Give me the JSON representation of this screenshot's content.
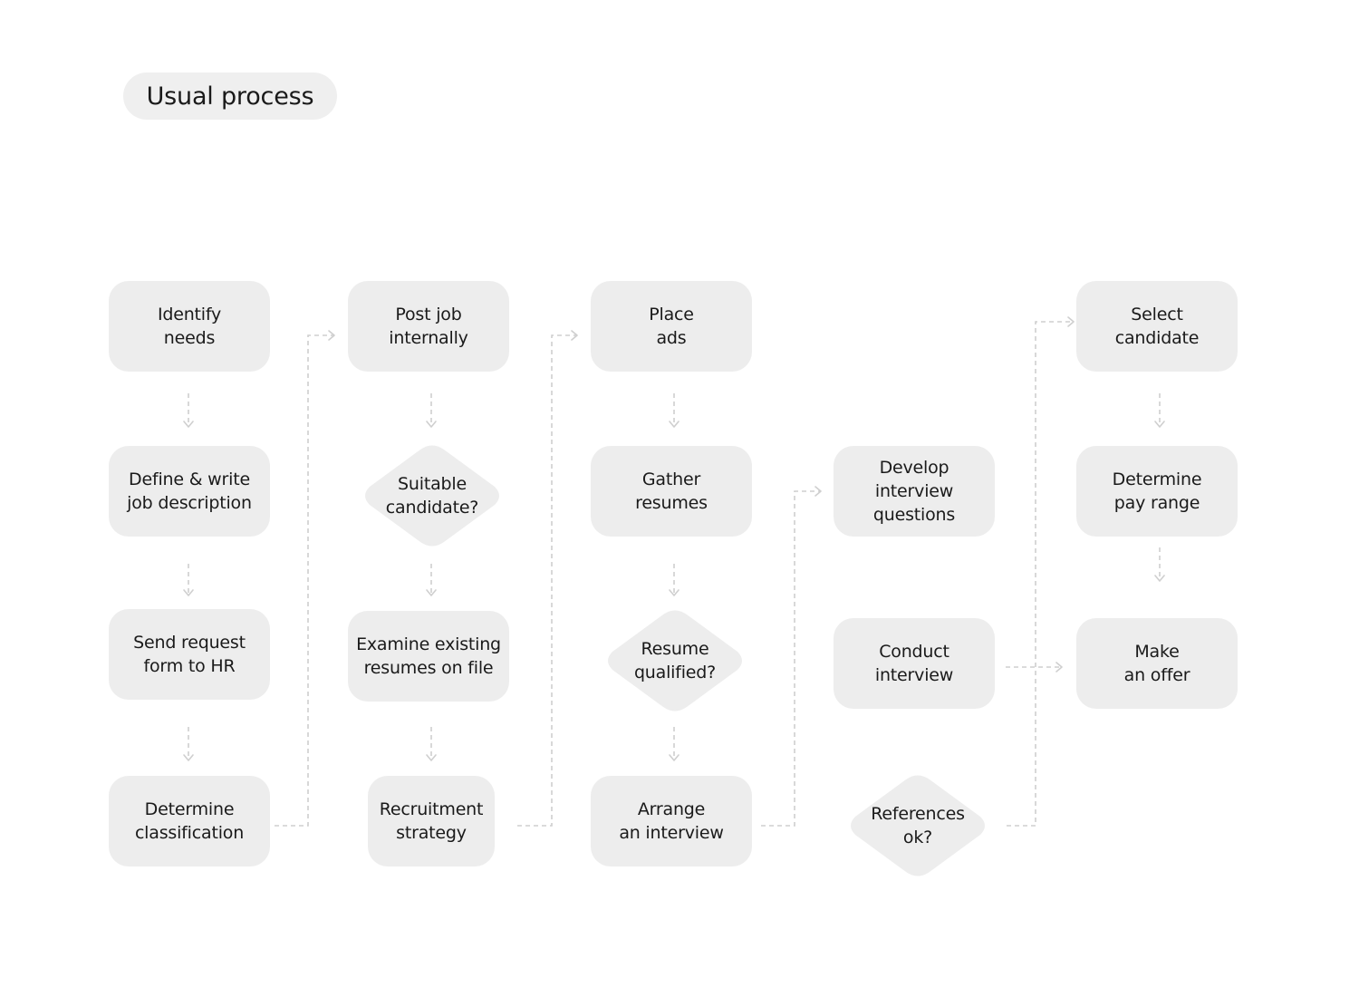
{
  "title": "Usual process",
  "nodes": {
    "identify_needs": "Identify\nneeds",
    "define_job_description": "Define & write\njob description",
    "send_request_form": "Send request\nform to HR",
    "determine_classification": "Determine\nclassification",
    "post_job_internally": "Post job\ninternally",
    "suitable_candidate": "Suitable\ncandidate?",
    "examine_resumes": "Examine existing\nresumes on file",
    "recruitment_strategy": "Recruitment\nstrategy",
    "place_ads": "Place\nads",
    "gather_resumes": "Gather\nresumes",
    "resume_qualified": "Resume\nqualified?",
    "arrange_interview": "Arrange\nan interview",
    "develop_questions": "Develop\ninterview\nquestions",
    "conduct_interview": "Conduct\ninterview",
    "references_ok": "References\nok?",
    "select_candidate": "Select\ncandidate",
    "determine_pay_range": "Determine\npay range",
    "make_offer": "Make\nan offer"
  },
  "colors": {
    "node_fill": "#ededed",
    "connector": "#cfcfcf",
    "text": "#1a1a1a"
  }
}
